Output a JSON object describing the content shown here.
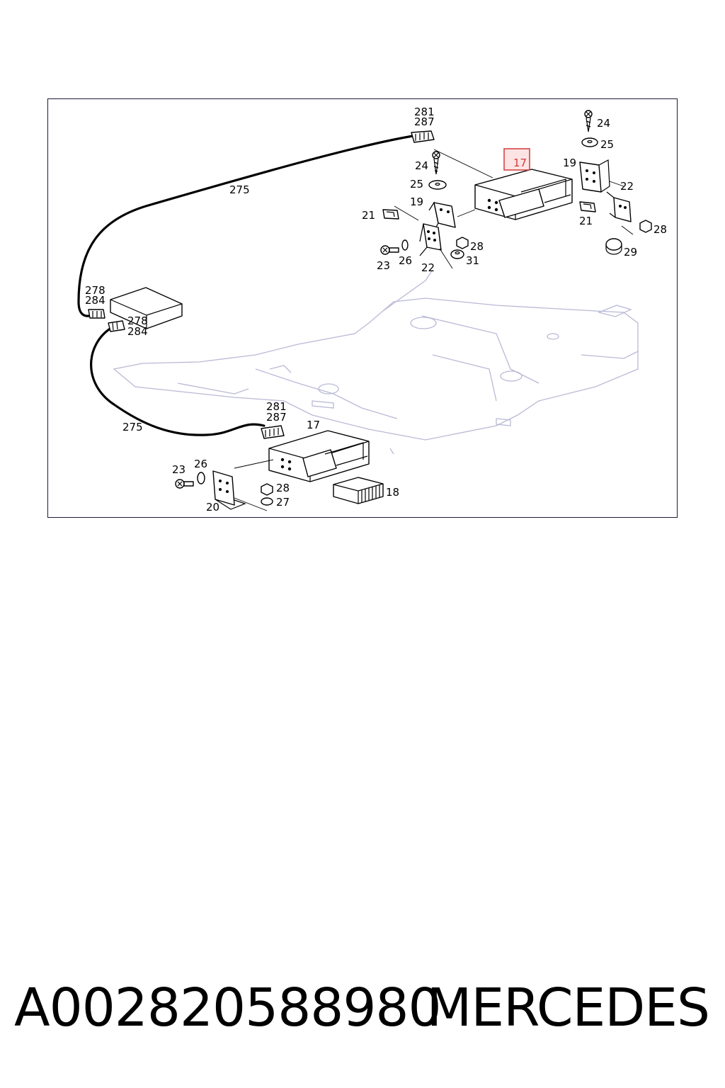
{
  "diagram": {
    "highlight_label": "17",
    "labels": {
      "top_connector": [
        "281",
        "287"
      ],
      "top_screw": "24",
      "top_washer": "25",
      "top_bracket": "19",
      "top_clip_left": "21",
      "top_screw_bolt": "23",
      "top_washer_small": "26",
      "top_bracket_lower": "22",
      "top_nut": "28",
      "top_washer_nut": "31",
      "right_screw": "24",
      "right_washer": "25",
      "right_bracket": "19",
      "right_bracket_lower": "22",
      "right_clip": "21",
      "right_nut": "28",
      "right_washer_nut": "29",
      "cable_top": "275",
      "left_connector_a": [
        "278",
        "284"
      ],
      "left_connector_b": [
        "278",
        "284"
      ],
      "cable_bottom": "275",
      "bottom_connector": [
        "281",
        "287"
      ],
      "bottom_unit": "17",
      "bottom_screw_bolt": "23",
      "bottom_washer_small": "26",
      "bottom_nut": "28",
      "bottom_washer": "27",
      "bottom_bracket": "20",
      "bottom_magazine": "18"
    }
  },
  "footer": {
    "part_number": "A002820588980",
    "brand": "MERCEDES"
  }
}
